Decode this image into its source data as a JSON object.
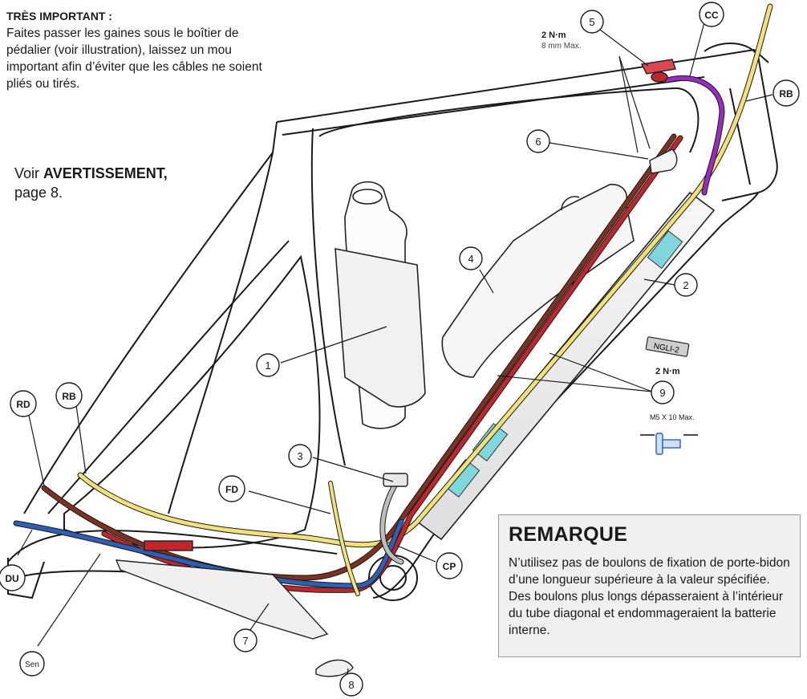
{
  "important": {
    "title": "TRÈS IMPORTANT :",
    "body": "Faites passer les gaines sous le boîtier de pédalier (voir illustration), laissez un mou important afin d’éviter que les câbles ne soient pliés ou tirés."
  },
  "warning": {
    "prefix": "Voir ",
    "bold": "AVERTISSEMENT,",
    "page": "page 8."
  },
  "remark": {
    "title": "REMARQUE",
    "body": "N’utilisez pas de boulons de fixation de porte-bidon d’une longueur supérieure à la valeur spécifiée. Des boulons plus longs dépasseraient à l’intérieur du tube diagonal et endommageraient la batterie interne."
  },
  "torque_top": {
    "value": "2 N·m",
    "max": "8 mm Max."
  },
  "torque_right": {
    "value": "2 N·m",
    "bolt": "M5 X 10 Max.",
    "grease": "NGLI-2"
  },
  "callouts": {
    "n1": "1",
    "n2": "2",
    "n3": "3",
    "n4": "4",
    "n5": "5",
    "n6": "6",
    "n7": "7",
    "n8": "8",
    "n9": "9",
    "cc": "CC",
    "rb_top": "RB",
    "rb_left": "RB",
    "rd": "RD",
    "fd": "FD",
    "du": "DU",
    "cp": "CP",
    "sen": "Sen"
  },
  "colors": {
    "yellow_housing": "#f2e07a",
    "red_housing": "#c0262c",
    "blue_housing": "#2f5fb5",
    "purple_housing": "#9a2bc0",
    "brown_housing": "#7a3320",
    "grey_housing": "#a8a8a8",
    "battery_fill": "#ececec",
    "clip_cyan": "#7fd6dc",
    "remark_bg": "#f0f0f0"
  }
}
